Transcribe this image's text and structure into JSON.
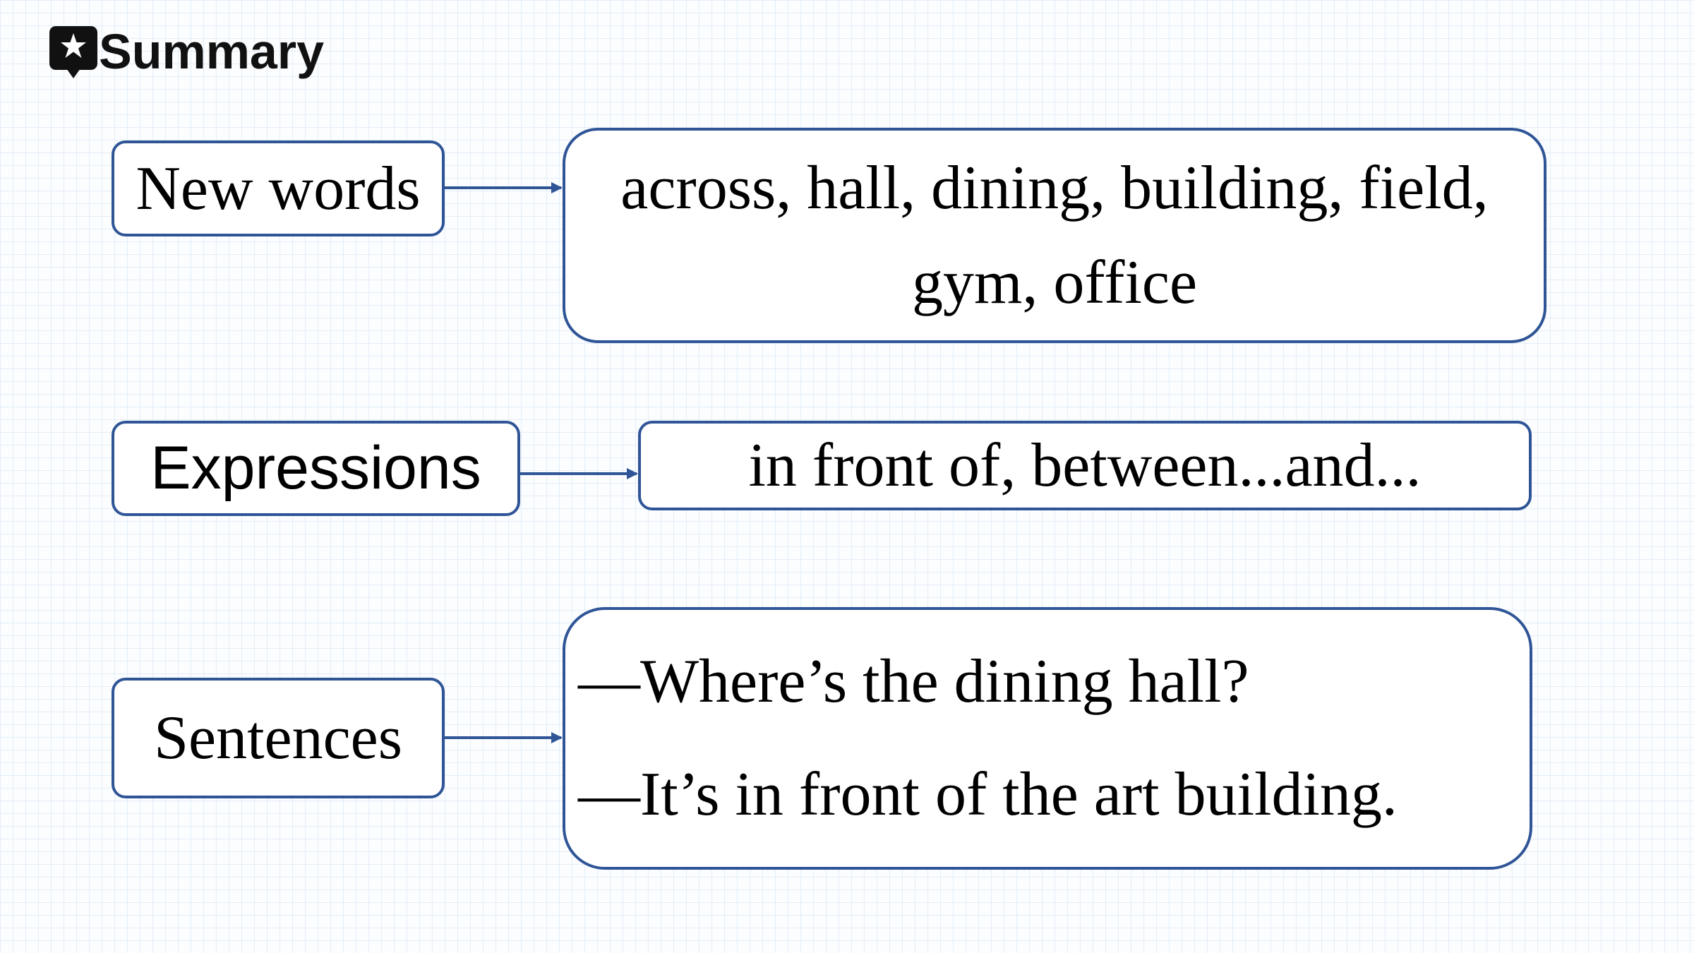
{
  "header": {
    "title": "Summary",
    "icon": "star-badge-icon"
  },
  "rows": [
    {
      "label": "New words",
      "content_lines": [
        "across, hall, dining, building, field,",
        "gym, office"
      ]
    },
    {
      "label": "Expressions",
      "content_lines": [
        "in front of, between...and..."
      ]
    },
    {
      "label": "Sentences",
      "content_lines": [
        "—Where’s the dining hall?",
        "—It’s in front of the art building."
      ]
    }
  ],
  "colors": {
    "border": "#2f5597",
    "grid": "#e4eef7",
    "text": "#000000"
  }
}
